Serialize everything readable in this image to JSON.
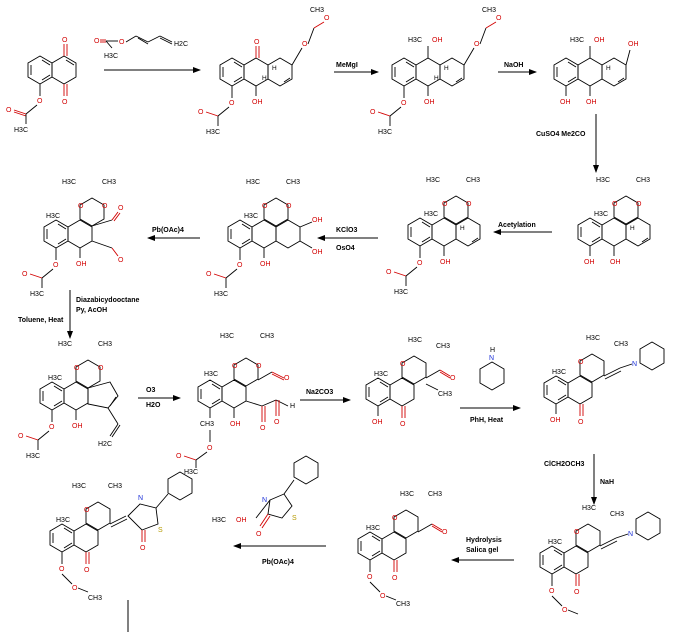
{
  "reagents": {
    "r1": "MeMgI",
    "r2": "NaOH",
    "r3": "CuSO4 Me2CO",
    "r4": "Acetylation",
    "r5": "KClO3",
    "r5b": "OsO4",
    "r6": "Pb(OAc)4",
    "r7": "Diazabicydooctane",
    "r7b": "Py, AcOH",
    "r7c": "Toluene, Heat",
    "r8": "O3",
    "r8b": "H2O",
    "r9": "Na2CO3",
    "r10": "PhH, Heat",
    "r11": "ClCH2OCH3",
    "r11b": "NaH",
    "r12": "Hydrolysis",
    "r12b": "Salica gel",
    "r13": "Pb(OAc)4"
  },
  "atoms": {
    "O": "O",
    "OH": "OH",
    "H": "H",
    "N": "N",
    "S": "S",
    "H3C": "H3C",
    "CH3": "CH3",
    "H2C": "H2C",
    "HN": "H"
  }
}
